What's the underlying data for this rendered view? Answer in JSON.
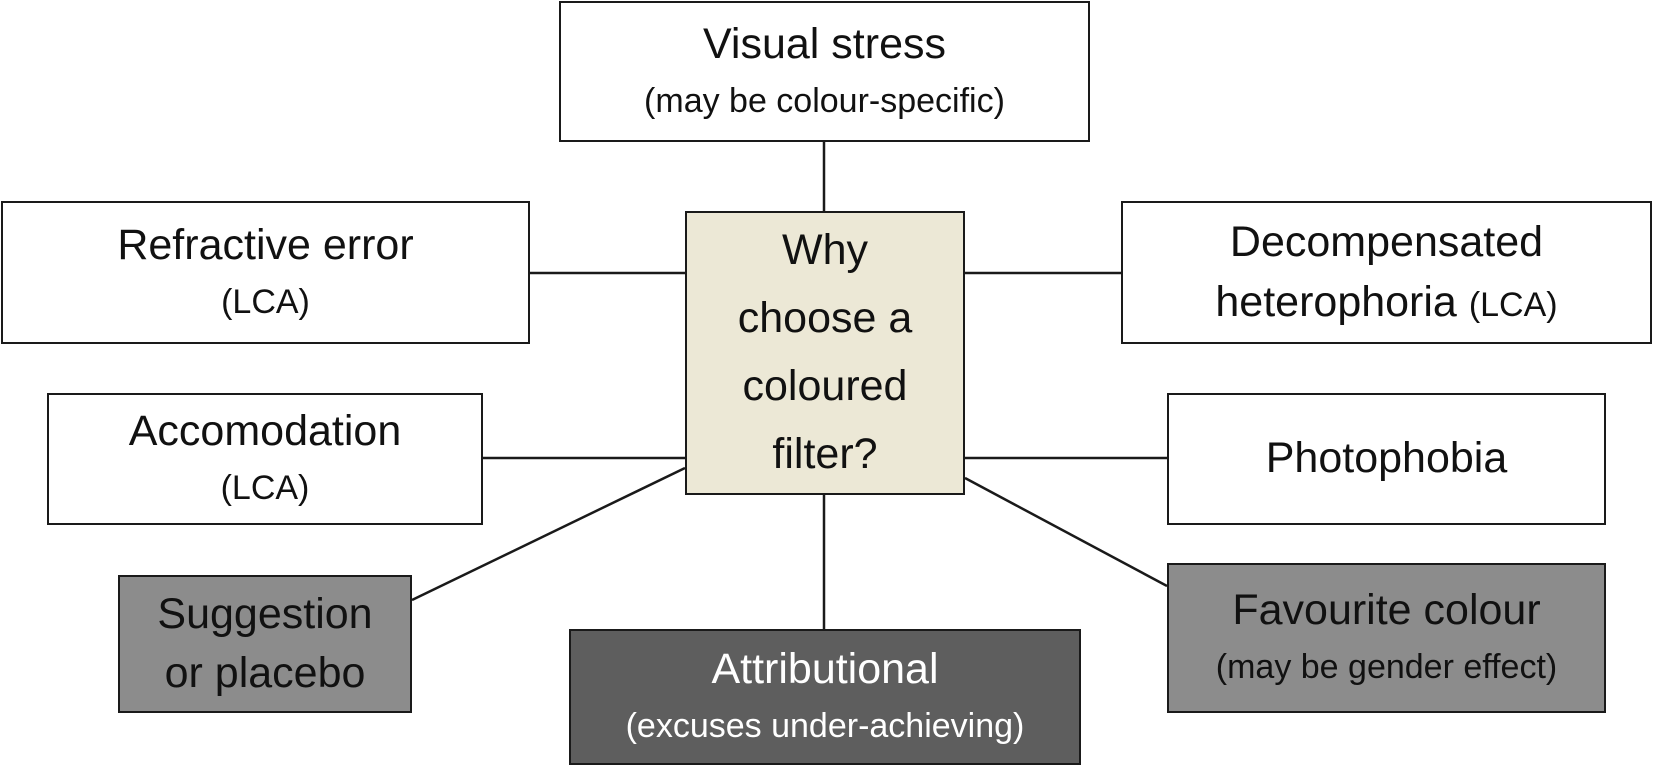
{
  "center": {
    "lines": [
      "Why",
      "choose a",
      "coloured",
      "filter?"
    ]
  },
  "nodes": {
    "visual_stress": {
      "title": "Visual stress",
      "sub": "(may be colour-specific)"
    },
    "refractive_error": {
      "title": "Refractive error",
      "sub": "(LCA)"
    },
    "decompensated_heterophoria": {
      "line1": "Decompensated",
      "line2": "heterophoria",
      "line2_sub": "(LCA)"
    },
    "accomodation": {
      "title": "Accomodation",
      "sub": "(LCA)"
    },
    "photophobia": {
      "title": "Photophobia"
    },
    "suggestion": {
      "line1": "Suggestion",
      "line2": "or placebo"
    },
    "attributional": {
      "title": "Attributional",
      "sub": "(excuses under-achieving)"
    },
    "favourite_colour": {
      "title": "Favourite colour",
      "sub": "(may be gender effect)"
    }
  },
  "colors": {
    "center_fill": "#ece8d6",
    "mid_grey_fill": "#8c8c8c",
    "dark_grey_fill": "#5e5e5e",
    "white_fill": "#ffffff",
    "stroke": "#1a1a1a"
  }
}
